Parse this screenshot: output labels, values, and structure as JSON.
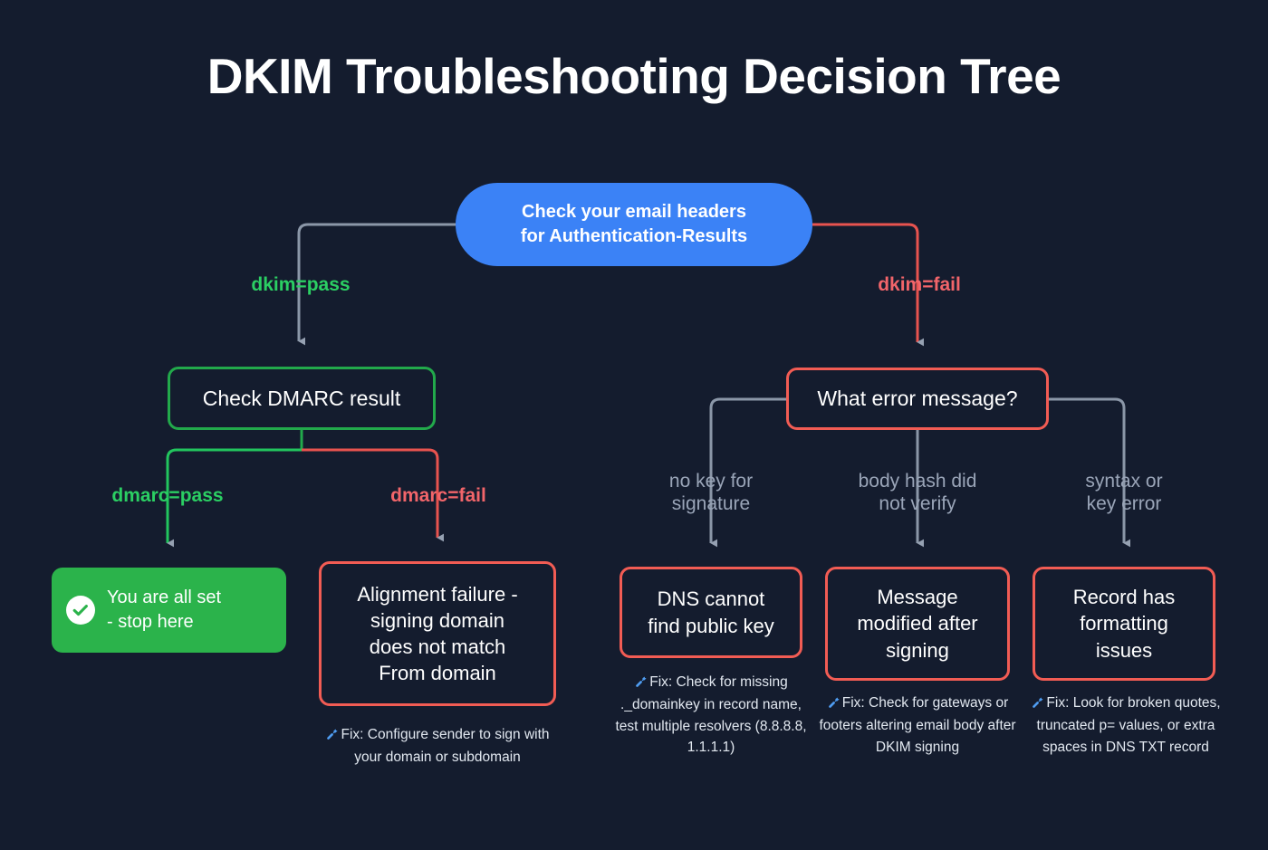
{
  "page": {
    "title": "DKIM Troubleshooting Decision Tree",
    "background_color": "#141c2e"
  },
  "colors": {
    "accent_blue": "#3b82f6",
    "pass_green": "#2bcf63",
    "node_green_border": "#22a94b",
    "success_green": "#2bb34b",
    "fail_red": "#f2656a",
    "node_red_border": "#f25c54",
    "gray_label": "#9aa5b8",
    "connector_gray": "#8b97a8",
    "text_white": "#ffffff"
  },
  "nodes": {
    "root": {
      "label": "Check your email headers\nfor Authentication-Results",
      "shape": "pill",
      "fill": "#3b82f6"
    },
    "dmarc_check": {
      "label": "Check DMARC result",
      "shape": "rounded-rect",
      "border": "#22a94b"
    },
    "error_question": {
      "label": "What error message?",
      "shape": "rounded-rect",
      "border": "#f25c54"
    },
    "success": {
      "label": "You are all set\n- stop here",
      "icon": "check-circle-icon",
      "fill": "#2bb34b"
    },
    "alignment_failure": {
      "label": "Alignment failure -\nsigning domain\ndoes not match\nFrom domain",
      "border": "#f25c54"
    },
    "dns_no_key": {
      "label": "DNS cannot\nfind public key",
      "border": "#f25c54"
    },
    "message_modified": {
      "label": "Message\nmodified after\nsigning",
      "border": "#f25c54"
    },
    "record_formatting": {
      "label": "Record has\nformatting\nissues",
      "border": "#f25c54"
    }
  },
  "edge_labels": {
    "dkim_pass": "dkim=pass",
    "dkim_fail": "dkim=fail",
    "dmarc_pass": "dmarc=pass",
    "dmarc_fail": "dmarc=fail",
    "no_key_for_signature": "no key for\nsignature",
    "body_hash_did_not_verify": "body hash did\nnot verify",
    "syntax_or_key_error": "syntax or\nkey error"
  },
  "fix_notes": {
    "icon": "wrench-icon",
    "alignment": "Fix: Configure sender to sign with your domain or subdomain",
    "dns": "Fix: Check for missing ._domainkey in record name, test multiple resolvers (8.8.8.8, 1.1.1.1)",
    "message": "Fix: Check for gateways or footers altering email body after DKIM signing",
    "record": "Fix: Look for broken quotes, truncated p= values, or extra spaces in DNS TXT record"
  },
  "chart_data": {
    "type": "diagram",
    "title": "DKIM Troubleshooting Decision Tree",
    "diagram_type": "decision-tree",
    "tree": [
      {
        "id": "root",
        "text": "Check your email headers for Authentication-Results",
        "children": [
          {
            "edge": "dkim=pass",
            "id": "dmarc_check",
            "text": "Check DMARC result",
            "children": [
              {
                "edge": "dmarc=pass",
                "id": "success",
                "text": "You are all set - stop here"
              },
              {
                "edge": "dmarc=fail",
                "id": "alignment_failure",
                "text": "Alignment failure - signing domain does not match From domain",
                "fix": "Fix: Configure sender to sign with your domain or subdomain"
              }
            ]
          },
          {
            "edge": "dkim=fail",
            "id": "error_question",
            "text": "What error message?",
            "children": [
              {
                "edge": "no key for signature",
                "id": "dns_no_key",
                "text": "DNS cannot find public key",
                "fix": "Fix: Check for missing ._domainkey in record name, test multiple resolvers (8.8.8.8, 1.1.1.1)"
              },
              {
                "edge": "body hash did not verify",
                "id": "message_modified",
                "text": "Message modified after signing",
                "fix": "Fix: Check for gateways or footers altering email body after DKIM signing"
              },
              {
                "edge": "syntax or key error",
                "id": "record_formatting",
                "text": "Record has formatting issues",
                "fix": "Fix: Look for broken quotes, truncated p= values, or extra spaces in DNS TXT record"
              }
            ]
          }
        ]
      }
    ]
  }
}
